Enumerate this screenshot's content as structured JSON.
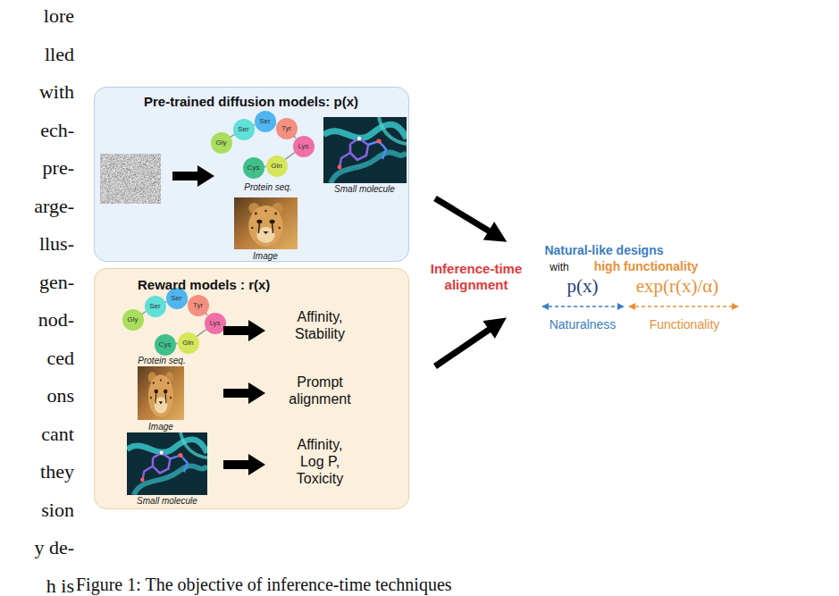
{
  "diagram": {
    "caption": "Figure 1: The objective of inference-time techniques",
    "nodes": [
      {
        "text": [
          "Pre-trained diffusion models: p(x)"
        ]
      },
      {
        "text": [
          "Gly"
        ],
        "in": 0
      },
      {
        "text": [
          "Ser"
        ],
        "in": 0
      },
      {
        "text": [
          "Ser"
        ],
        "in": 0
      },
      {
        "text": [
          "Tyr"
        ],
        "in": 0
      },
      {
        "text": [
          "Lys"
        ],
        "in": 0
      },
      {
        "text": [
          "Cys"
        ],
        "in": 0
      },
      {
        "text": [
          "Gln"
        ],
        "in": 0
      },
      {
        "text": [
          "Reward models : r(x)"
        ]
      },
      {
        "text": [
          "Gly"
        ],
        "in": 8
      },
      {
        "text": [
          "Ser"
        ],
        "in": 8
      },
      {
        "text": [
          "Ser"
        ],
        "in": 8
      },
      {
        "text": [
          "Tyr"
        ],
        "in": 8
      },
      {
        "text": [
          "Lys"
        ],
        "in": 8
      },
      {
        "text": [
          "Cys"
        ],
        "in": 8
      },
      {
        "text": [
          "Gln"
        ],
        "in": 8
      }
    ],
    "edges": [
      {
        "from": 1,
        "to": 2,
        "arrow": "none"
      },
      {
        "from": 2,
        "to": 3,
        "arrow": "none"
      },
      {
        "from": 3,
        "to": 4,
        "arrow": "none"
      },
      {
        "from": 4,
        "to": 5,
        "arrow": "none"
      },
      {
        "from": 5,
        "to": 7,
        "arrow": "none"
      },
      {
        "from": 7,
        "to": 6,
        "arrow": "none"
      },
      {
        "from": 9,
        "to": 10,
        "arrow": "none"
      },
      {
        "from": 10,
        "to": 11,
        "arrow": "none"
      },
      {
        "from": 11,
        "to": 12,
        "arrow": "none"
      },
      {
        "from": 12,
        "to": 13,
        "arrow": "none"
      },
      {
        "from": 13,
        "to": 15,
        "arrow": "none"
      },
      {
        "from": 15,
        "to": 14,
        "arrow": "none"
      }
    ],
    "labels": [
      "lore",
      "lled",
      "with",
      "ech-",
      "pre-",
      "arge-",
      "llus-",
      "gen-",
      "nod-",
      "ced",
      "ons",
      "cant",
      "they",
      "sion",
      "y de-",
      "h is",
      "Protein seq.",
      "Small molecule",
      "Image",
      "Protein seq.",
      "Affinity, Stability",
      "Image",
      "Prompt alignment",
      "Small molecule",
      "Affinity, Log P, Toxicity",
      "Inference-time alignment",
      "Natural-like designs",
      "with",
      "high functionality",
      "p(x)",
      "exp(r(x)/α)",
      "Naturalness",
      "Functionality"
    ]
  }
}
